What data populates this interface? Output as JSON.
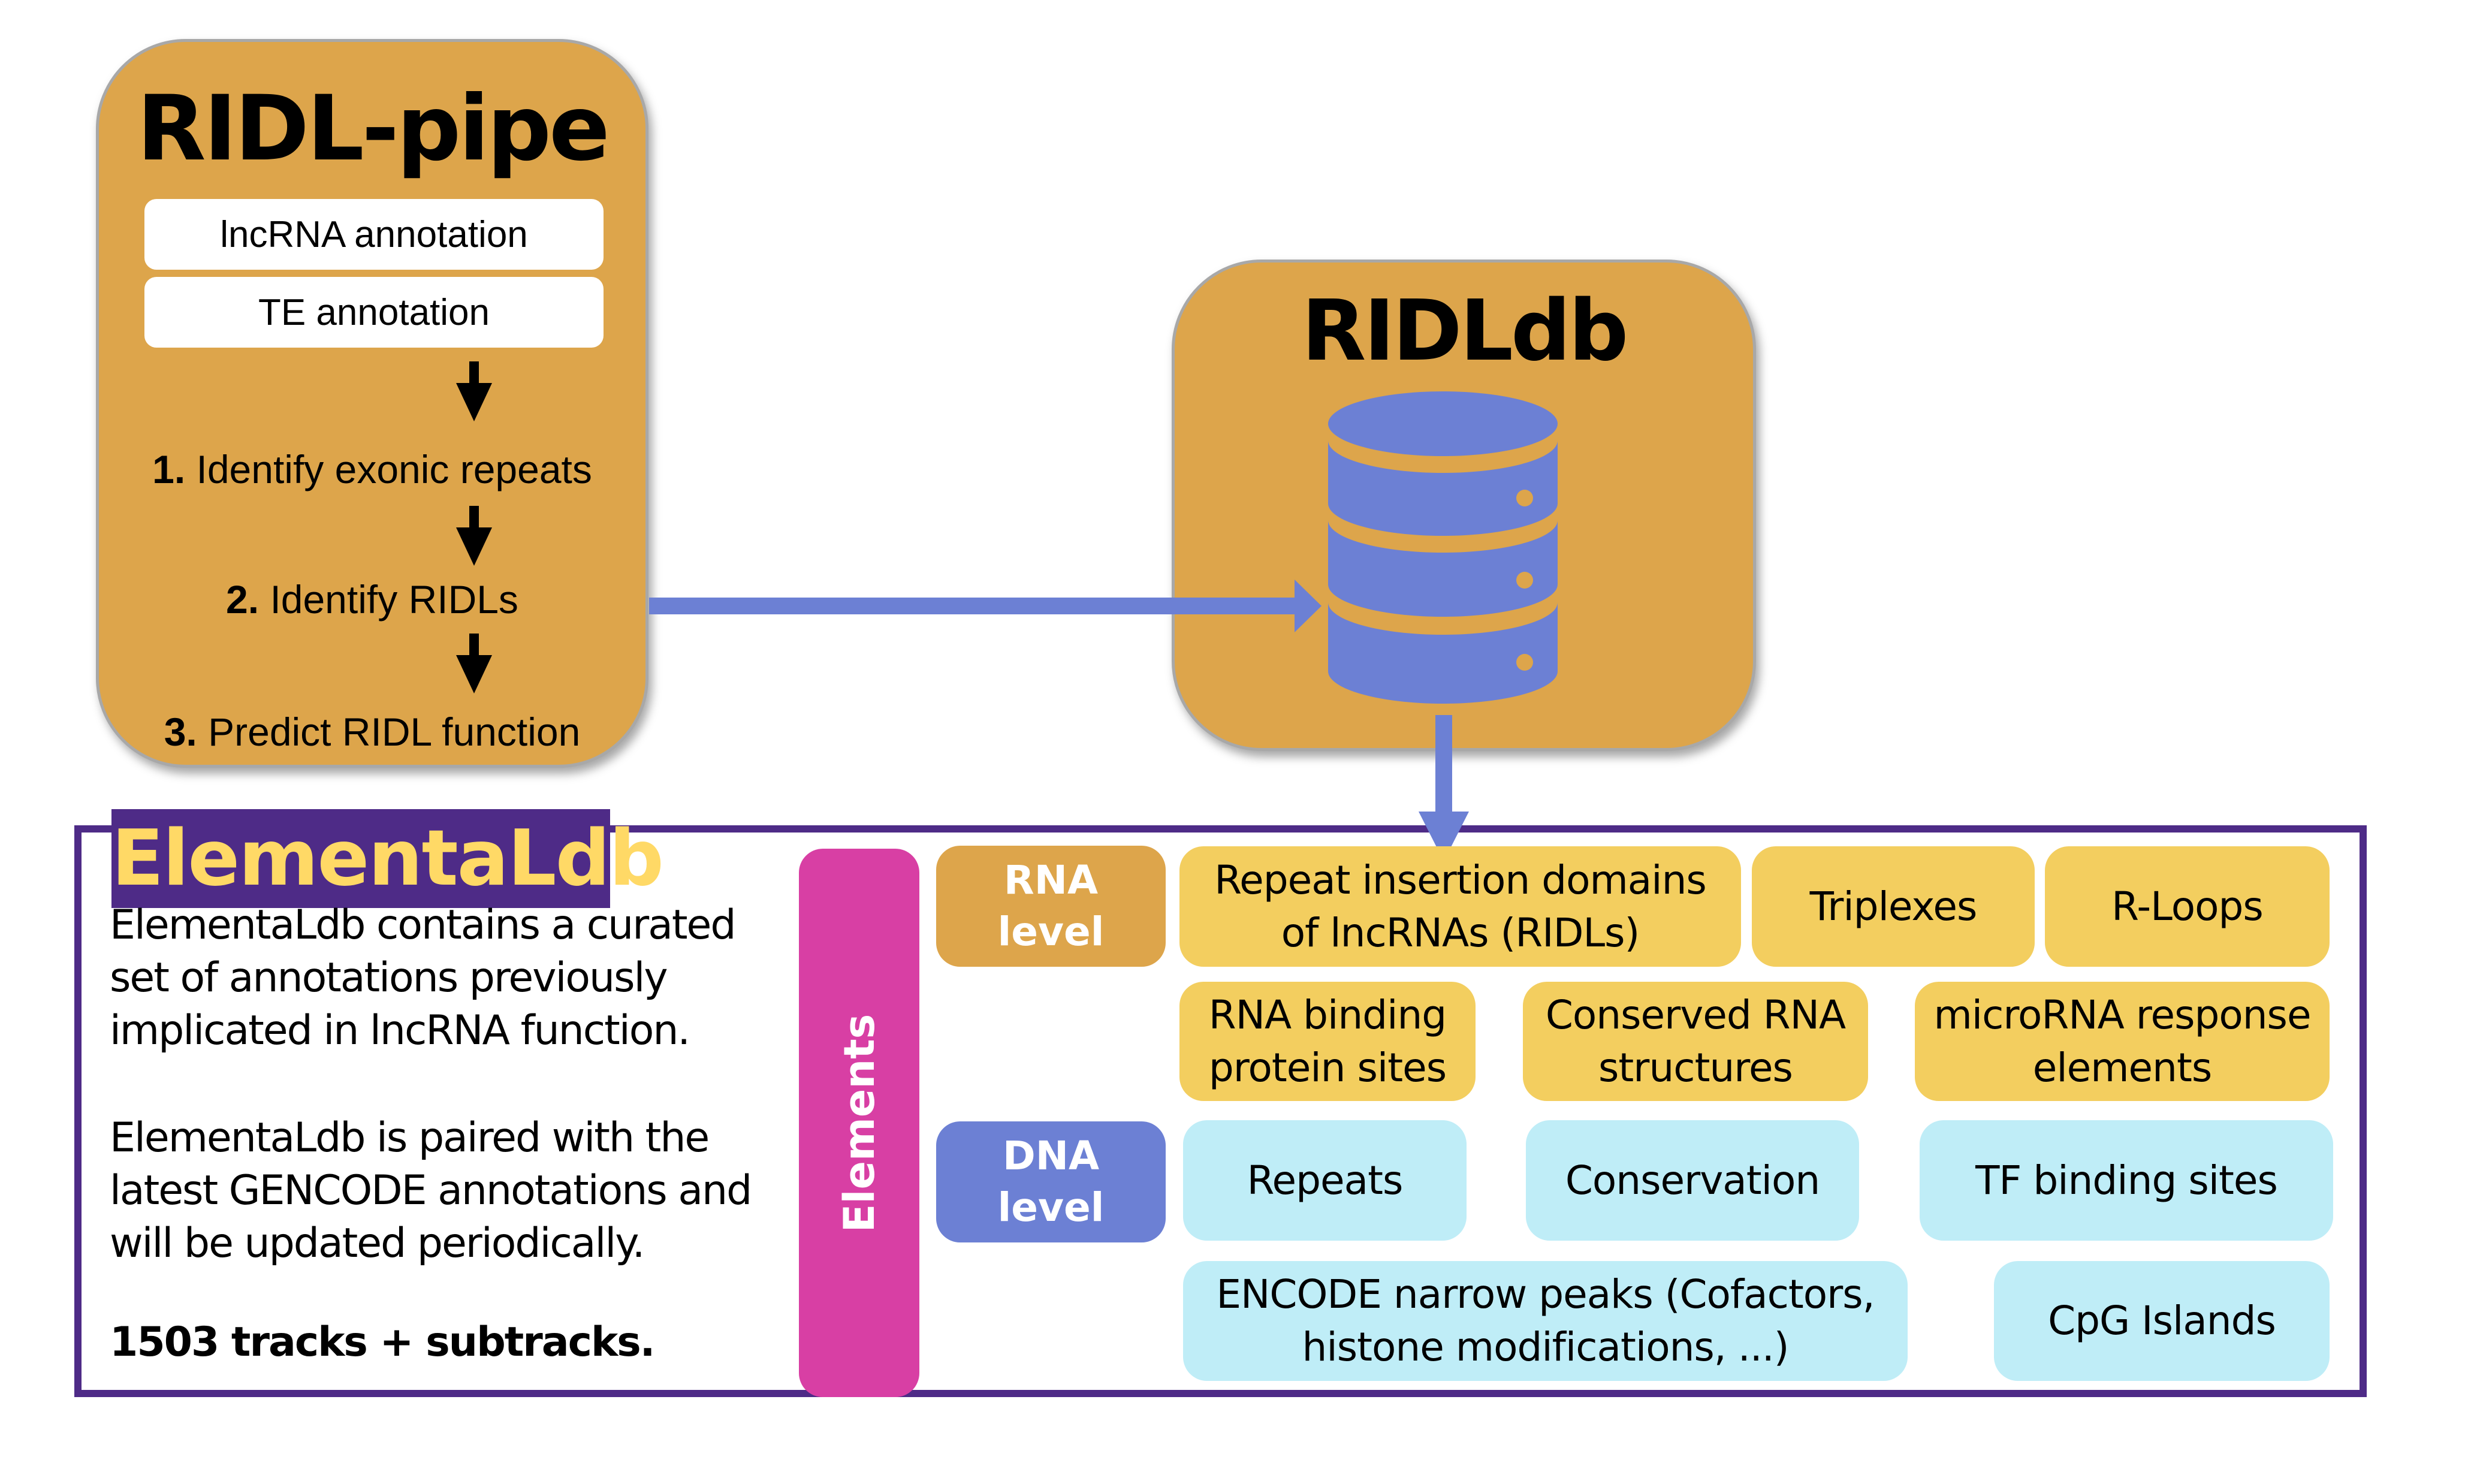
{
  "ridl_pipe": {
    "title": "RIDL-pipe",
    "inputs": [
      "lncRNA annotation",
      "TE annotation"
    ],
    "steps": [
      {
        "num": "1.",
        "label": "Identify exonic repeats"
      },
      {
        "num": "2.",
        "label": "Identify RIDLs"
      },
      {
        "num": "3.",
        "label": "Predict RIDL function"
      }
    ]
  },
  "ridldb": {
    "title": "RIDLdb",
    "icon": "database-icon"
  },
  "elementaldb": {
    "title": "ElementaLdb",
    "description": [
      "ElementaLdb contains a curated set of annotations previously implicated in lncRNA function.",
      "ElementaLdb is paired with the latest GENCODE annotations and will be updated periodically.",
      "1503 tracks + subtracks."
    ],
    "elements_label": "Elements",
    "levels": {
      "rna": "RNA level",
      "dna": "DNA level"
    },
    "rna_elements": [
      "Repeat insertion domains of lncRNAs (RIDLs)",
      "Triplexes",
      "R-Loops",
      "RNA binding protein sites",
      "Conserved RNA structures",
      "microRNA response elements"
    ],
    "dna_elements": [
      "Repeats",
      "Conservation",
      "TF binding sites",
      "ENCODE narrow peaks (Cofactors, histone modifications, ...)",
      "CpG Islands"
    ]
  },
  "colors": {
    "pipeline_box": "#DDA54B",
    "arrow_blue": "#6C80D4",
    "frame_purple": "#4E2B87",
    "badge_text": "#FFD966",
    "rna_element": "#F3CE5F",
    "dna_element": "#BFEDF7",
    "elements_bar": "#D83FA4"
  }
}
